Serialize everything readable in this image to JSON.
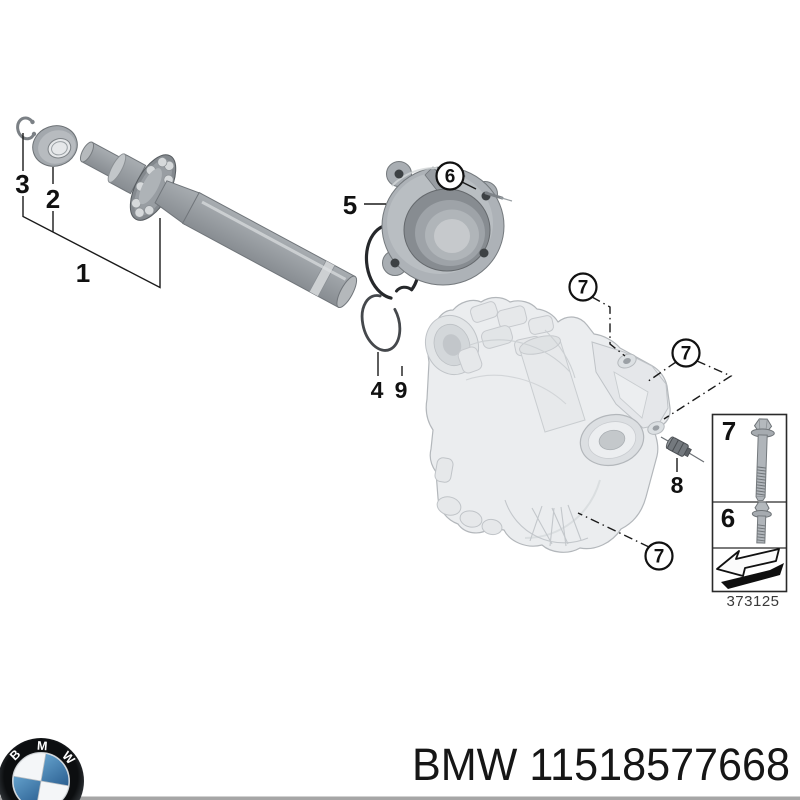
{
  "artwork": {
    "type": "exploded-parts-diagram",
    "background": "#ffffff"
  },
  "callouts": {
    "plain": [
      {
        "label": "1"
      },
      {
        "label": "2"
      },
      {
        "label": "3"
      },
      {
        "label": "4"
      },
      {
        "label": "5"
      },
      {
        "label": "8"
      },
      {
        "label": "9"
      }
    ],
    "circled": [
      {
        "label": "6"
      },
      {
        "label": "7"
      },
      {
        "label": "7"
      },
      {
        "label": "7"
      }
    ]
  },
  "legend": {
    "rows": [
      {
        "label": "7",
        "item": "long-flange-bolt"
      },
      {
        "label": "6",
        "item": "short-flange-bolt"
      }
    ],
    "symbol": "direction-arrow",
    "drawing_number": "373125"
  },
  "footer": {
    "logo_letters": [
      "B",
      "M",
      "W"
    ],
    "part_label": "BMW 11518577668"
  },
  "colors": {
    "metal_gray": "#a9aeb3",
    "case_gray": "#ebedef",
    "ring_dark": "#2b2d30",
    "line_black": "#1a1a1a",
    "logo_blue": "#3c78aa"
  }
}
